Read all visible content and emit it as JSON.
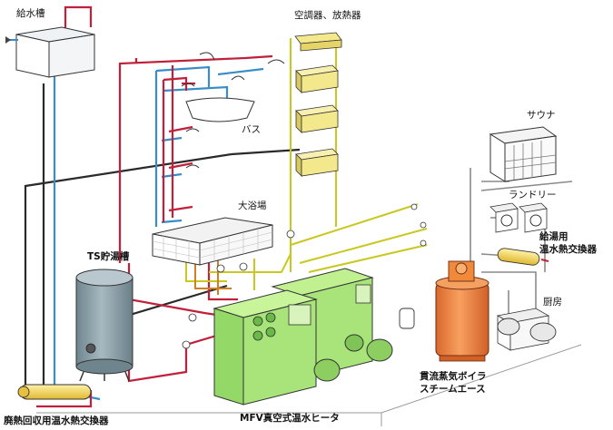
{
  "labels": {
    "water_tank": "給水槽",
    "air_conditioner": "空調器、放熱器",
    "bath": "バス",
    "large_bath": "大浴場",
    "ts_tank": "TS貯湯槽",
    "sauna": "サウナ",
    "laundry": "ランドリー",
    "hot_water_exchanger": "給湯用\n温水熱交換器",
    "kitchen": "厨房",
    "steam_boiler": "貫流蒸気ボイラ\nスチームエース",
    "mfv_heater": "MFV真空式温水ヒータ",
    "waste_heat_exchanger": "廃熱回収用温水熱交換器"
  },
  "colors": {
    "red_pipe": "#c0203a",
    "blue_pipe": "#3a8cc8",
    "dark_pipe": "#2a2a2a",
    "yellow_pipe": "#c8c820",
    "orange_pipe": "#d08020",
    "green_unit": "#a8e47a",
    "orange_unit": "#f08a3a",
    "grey_tank": "#8fa3ab",
    "yellow_unit": "#f4e88c"
  }
}
